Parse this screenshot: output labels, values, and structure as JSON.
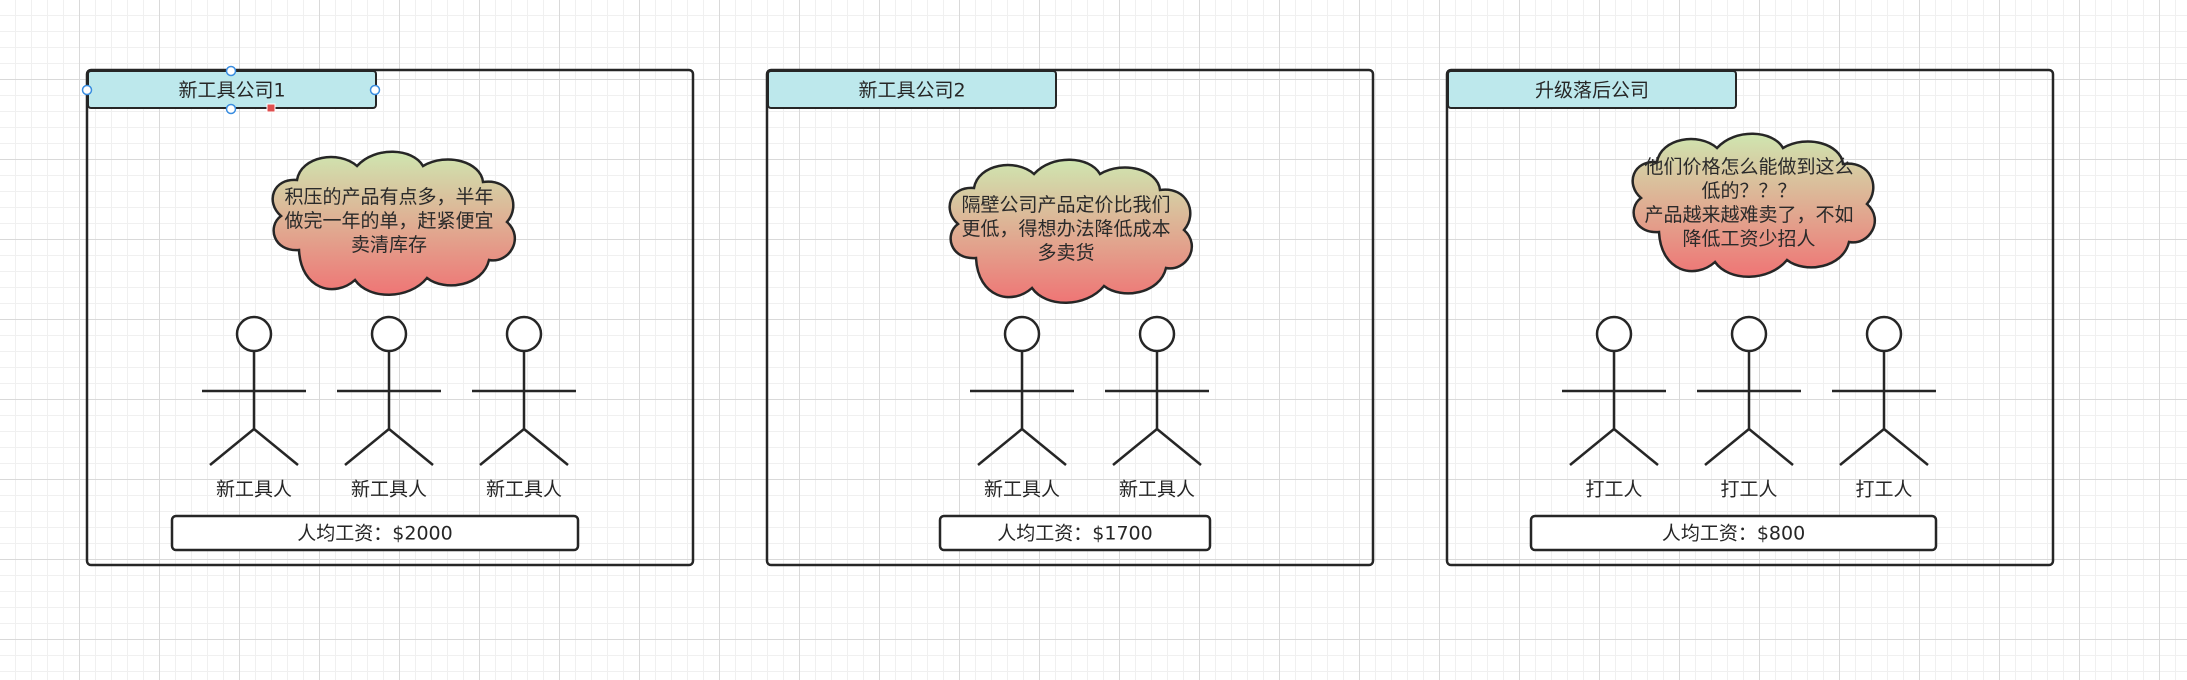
{
  "panels": [
    {
      "title": "新工具公司1",
      "thought": "积压的产品有点多，半年做完一年的单，赶紧便宜卖清库存",
      "people": [
        "新工具人",
        "新工具人",
        "新工具人"
      ],
      "salary": "人均工资：$2000",
      "selected": true
    },
    {
      "title": "新工具公司2",
      "thought": "隔壁公司产品定价比我们更低，得想办法降低成本多卖货",
      "people": [
        "新工具人",
        "新工具人"
      ],
      "salary": "人均工资：$1700",
      "selected": false
    },
    {
      "title": "升级落后公司",
      "thought": "他们价格怎么能做到这么低的？？？\n产品越来越难卖了，不如降低工资少招人",
      "people": [
        "打工人",
        "打工人",
        "打工人"
      ],
      "salary": "人均工资：$800",
      "selected": false
    }
  ],
  "colors": {
    "tab_fill": "#bde8ec",
    "stroke": "#262626",
    "cloud_top": "#cfe6b0",
    "cloud_bottom": "#ef7575",
    "selection_handle": "#3a8de0",
    "selection_marker": "#e05050"
  }
}
